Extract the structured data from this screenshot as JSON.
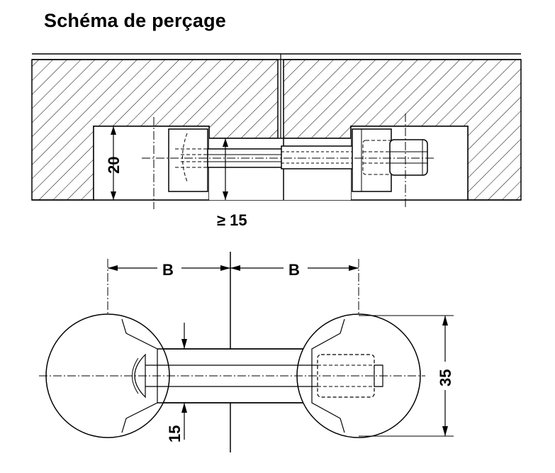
{
  "title": "Schéma de perçage",
  "dimensions": {
    "height_20": "20",
    "min_15": "≥ 15",
    "b_left": "B",
    "b_right": "B",
    "diam_35": "35",
    "rod_15": "15"
  }
}
